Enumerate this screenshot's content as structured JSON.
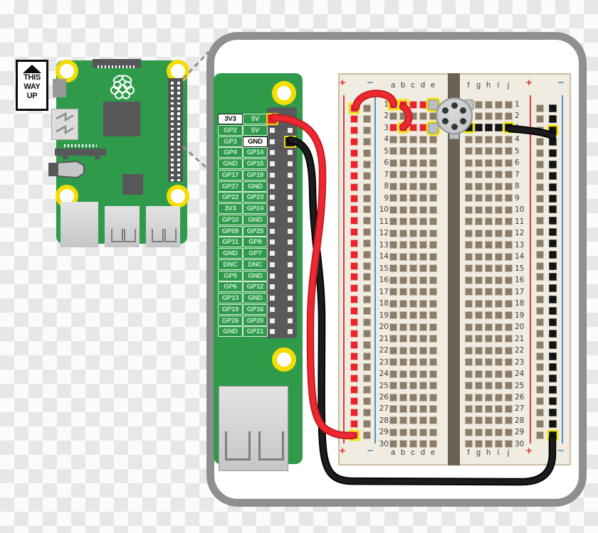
{
  "sign": {
    "lines": [
      "THIS",
      "WAY",
      "UP"
    ]
  },
  "gpio": {
    "rows": [
      {
        "left": "3V3",
        "right": "5V",
        "left_hl": true,
        "right_hl": false
      },
      {
        "left": "GP2",
        "right": "5V",
        "left_hl": false,
        "right_hl": false
      },
      {
        "left": "GP3",
        "right": "GND",
        "left_hl": false,
        "right_hl": true
      },
      {
        "left": "GP4",
        "right": "GP14",
        "left_hl": false,
        "right_hl": false
      },
      {
        "left": "GND",
        "right": "GP15",
        "left_hl": false,
        "right_hl": false
      },
      {
        "left": "GP17",
        "right": "GP18",
        "left_hl": false,
        "right_hl": false
      },
      {
        "left": "GP27",
        "right": "GND",
        "left_hl": false,
        "right_hl": false
      },
      {
        "left": "GP22",
        "right": "GP23",
        "left_hl": false,
        "right_hl": false
      },
      {
        "left": "3V3",
        "right": "GP24",
        "left_hl": false,
        "right_hl": false
      },
      {
        "left": "GP10",
        "right": "GND",
        "left_hl": false,
        "right_hl": false
      },
      {
        "left": "GP09",
        "right": "GP25",
        "left_hl": false,
        "right_hl": false
      },
      {
        "left": "GP11",
        "right": "GP8",
        "left_hl": false,
        "right_hl": false
      },
      {
        "left": "GND",
        "right": "GP7",
        "left_hl": false,
        "right_hl": false
      },
      {
        "left": "DNC",
        "right": "DNC",
        "left_hl": false,
        "right_hl": false
      },
      {
        "left": "GP5",
        "right": "GND",
        "left_hl": false,
        "right_hl": false
      },
      {
        "left": "GP6",
        "right": "GP12",
        "left_hl": false,
        "right_hl": false
      },
      {
        "left": "GP13",
        "right": "GND",
        "left_hl": false,
        "right_hl": false
      },
      {
        "left": "GP19",
        "right": "GP16",
        "left_hl": false,
        "right_hl": false
      },
      {
        "left": "GP26",
        "right": "GP20",
        "left_hl": false,
        "right_hl": false
      },
      {
        "left": "GND",
        "right": "GP21",
        "left_hl": false,
        "right_hl": false
      }
    ],
    "pin_rows": 20
  },
  "breadboard": {
    "row_count": 30,
    "left_letters": [
      "a",
      "b",
      "c",
      "d",
      "e"
    ],
    "right_letters": [
      "f",
      "g",
      "h",
      "i",
      "j"
    ],
    "plus_label": "+",
    "minus_label": "−",
    "left_rows_red": [
      1,
      3
    ],
    "right_rows_black": [
      3
    ],
    "yellow_main_holes": [
      "a1",
      "b1",
      "b3",
      "f3",
      "j3"
    ],
    "buzzer_tabs": [
      "e1",
      "e3",
      "f1"
    ]
  },
  "component": {
    "name": "piezo-buzzer",
    "hole_count": 6
  },
  "wires": [
    {
      "name": "red-wire-3v3-to-plus-rail",
      "color": "#e8222b"
    },
    {
      "name": "red-jumper-rail-to-a1",
      "color": "#e8222b"
    },
    {
      "name": "red-jumper-b1-to-b3",
      "color": "#e8222b"
    },
    {
      "name": "black-wire-gnd-to-minus-rail",
      "color": "#0d0d0d"
    },
    {
      "name": "black-jumper-j3-to-minus-rail",
      "color": "#0d0d0d"
    }
  ],
  "colors": {
    "board_green": "#2f9b4a",
    "hole_yellow": "#f3dd02",
    "highlight_yellow": "#f3e600",
    "wire_red": "#e8222b",
    "wire_black": "#0d0d0d",
    "rail_red": "#e03a36",
    "rail_blue": "#4b97c9",
    "breadboard_bg": "#f1ece2",
    "hole_tan": "#8b7d6b",
    "panel_border": "#8f8f90"
  }
}
